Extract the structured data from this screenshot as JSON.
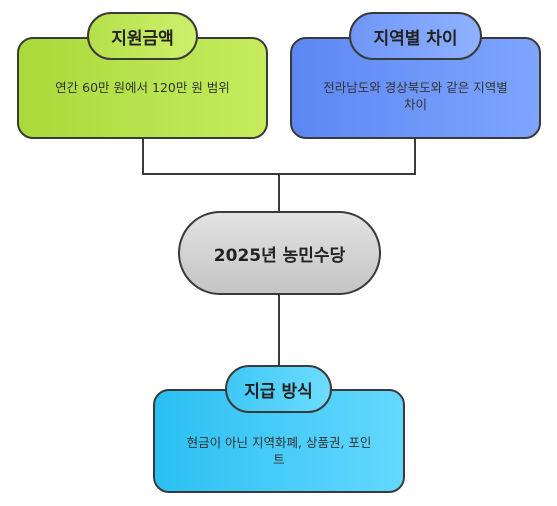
{
  "diagram": {
    "center": {
      "label": "2025년 농민수당"
    },
    "nodes": [
      {
        "id": "amount",
        "title": "지원금액",
        "description": "연간 60만 원에서 120만 원 범위",
        "color": "#b6e04a"
      },
      {
        "id": "region",
        "title": "지역별 차이",
        "description": "전라남도와 경상북도와 같은 지역별 차이",
        "color": "#6f96f6"
      },
      {
        "id": "method",
        "title": "지급 방식",
        "description": "현금이 아닌 지역화폐, 상품권, 포인트",
        "color": "#3fc8f6"
      }
    ],
    "center_color": "#cfcfcf",
    "line_color": "#3a3a3a"
  }
}
